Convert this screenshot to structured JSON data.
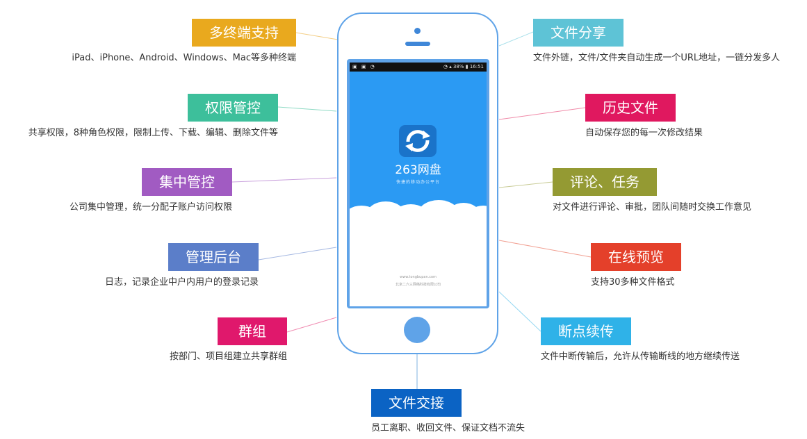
{
  "colors": {
    "phone_outline": "#5fa3e8",
    "app_blue": "#2b9af3"
  },
  "phone": {
    "status_left": "▣ ▣ ◔",
    "status_right": "◔ ▴ 38% ▮ 16:51",
    "app_icon": "sync-arrows-icon",
    "app_name": "263网盘",
    "app_tagline": "快捷的移动办公平台",
    "app_url": "www.tongbupan.com",
    "app_company": "北京二六三网络科技有限公司"
  },
  "features": [
    {
      "label": "多终端支持",
      "desc": "iPad、iPhone、Android、Windows、Mac等多种终端",
      "color": "#e9a91e"
    },
    {
      "label": "权限管控",
      "desc": "共享权限，8种角色权限，限制上传、下载、编辑、删除文件等",
      "color": "#3dbf9b"
    },
    {
      "label": "集中管控",
      "desc": "公司集中管理，统一分配子账户访问权限",
      "color": "#a15bc2"
    },
    {
      "label": "管理后台",
      "desc": "日志，记录企业中户内用户的登录记录",
      "color": "#5b7ec9"
    },
    {
      "label": "群组",
      "desc": "按部门、项目组建立共享群组",
      "color": "#e0186c"
    },
    {
      "label": "文件交接",
      "desc": "员工离职、收回文件、保证文档不流失",
      "color": "#0b63c4"
    },
    {
      "label": "文件分享",
      "desc": "文件外链，文件/文件夹自动生成一个URL地址，一链分发多人",
      "color": "#5ec3d6"
    },
    {
      "label": "历史文件",
      "desc": "自动保存您的每一次修改结果",
      "color": "#e0185f"
    },
    {
      "label": "评论、任务",
      "desc": "对文件进行评论、审批，团队间随时交换工作意见",
      "color": "#949a33"
    },
    {
      "label": "在线预览",
      "desc": "支持30多种文件格式",
      "color": "#e4402a"
    },
    {
      "label": "断点续传",
      "desc": "文件中断传输后，允许从传输断线的地方继续传送",
      "color": "#2fb2e8"
    }
  ]
}
